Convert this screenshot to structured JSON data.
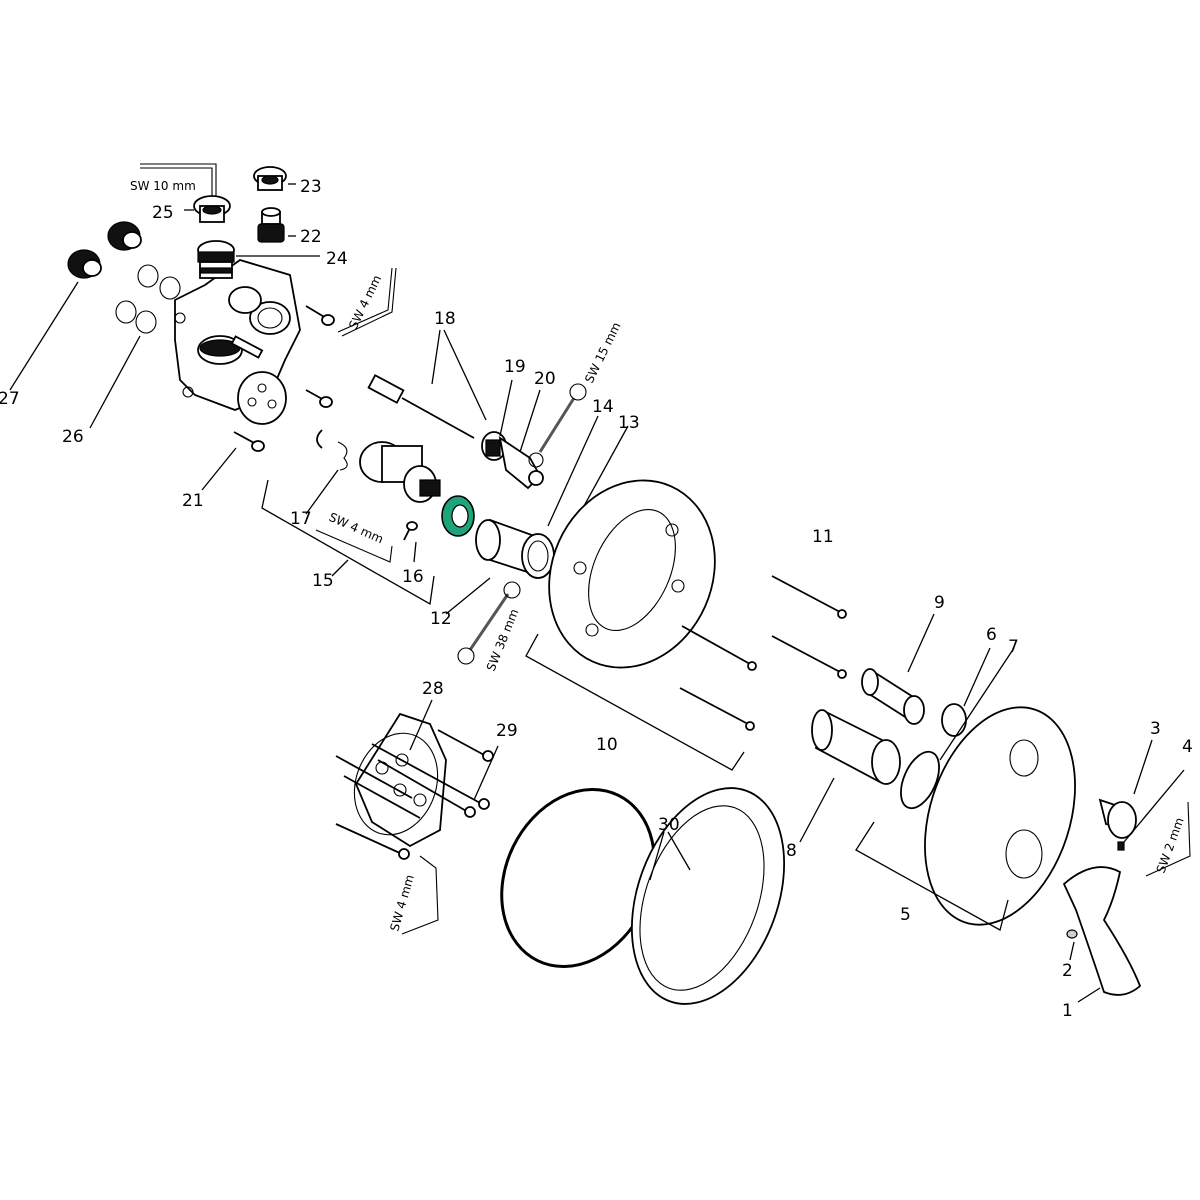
{
  "colors": {
    "line": "#000000",
    "background": "#ffffff",
    "highlight_part_14": "#1fa37a",
    "tool": "#777777"
  },
  "part_numbers": [
    "1",
    "2",
    "3",
    "4",
    "5",
    "6",
    "7",
    "8",
    "9",
    "10",
    "11",
    "12",
    "13",
    "14",
    "15",
    "16",
    "17",
    "18",
    "19",
    "20",
    "21",
    "22",
    "23",
    "24",
    "25",
    "26",
    "27",
    "28",
    "29",
    "30"
  ],
  "tool_labels": {
    "sw10": "SW 10 mm",
    "sw4_top": "SW 4 mm",
    "sw4_mid": "SW 4 mm",
    "sw4_bottom": "SW 4 mm",
    "sw15": "SW 15 mm",
    "sw38": "SW 38 mm",
    "sw2": "SW 2 mm"
  }
}
